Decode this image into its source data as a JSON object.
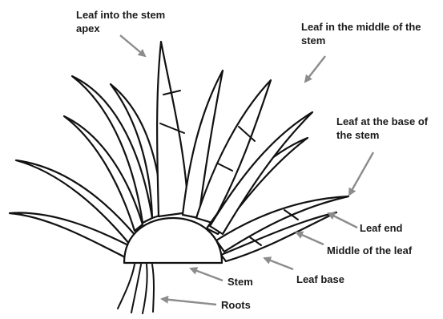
{
  "labels": {
    "leaf_apex": [
      "Leaf into the stem",
      "apex"
    ],
    "leaf_middle": [
      "Leaf in the middle of the",
      "stem"
    ],
    "leaf_base_stem": [
      "Leaf at the base of",
      "the stem"
    ],
    "leaf_end": "Leaf end",
    "middle_of_leaf": "Middle of the leaf",
    "leaf_base": "Leaf base",
    "stem": "Stem",
    "roots": "Roots"
  },
  "colors": {
    "outline": "#111111",
    "arrow": "#8c8c8c",
    "text": "#1a1a1a",
    "background": "#ffffff"
  }
}
